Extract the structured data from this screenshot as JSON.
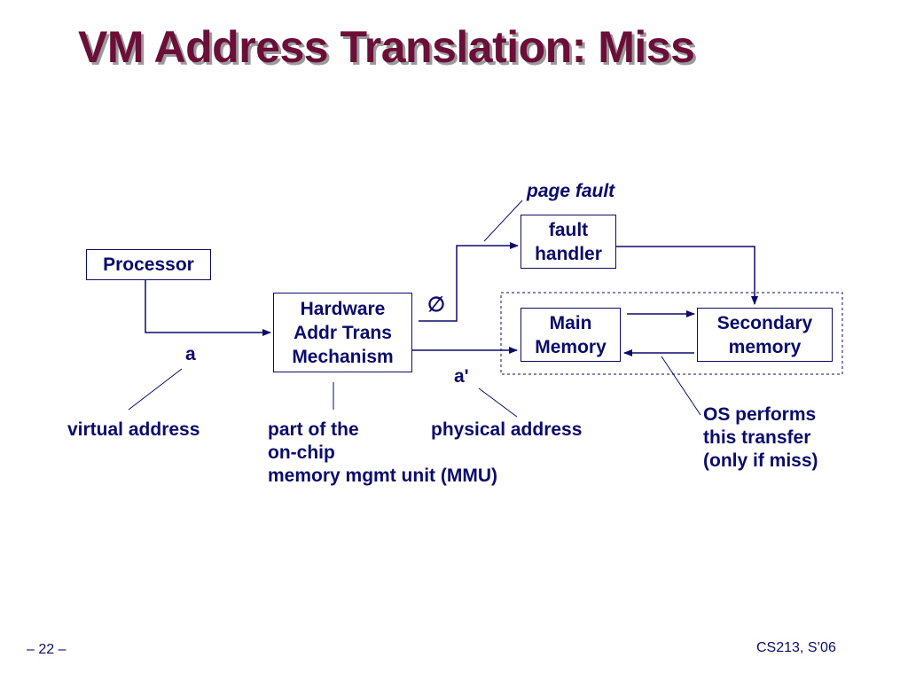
{
  "slide": {
    "title": "VM Address Translation: Miss"
  },
  "diagram": {
    "boxes": {
      "processor": "Processor",
      "mmu": "Hardware\nAddr Trans\nMechanism",
      "fault_handler": "fault\nhandler",
      "main_memory": "Main\nMemory",
      "secondary_memory": "Secondary\nmemory"
    },
    "labels": {
      "page_fault": "page fault",
      "null_symbol": "∅",
      "a": "a",
      "a_prime": "a'",
      "virtual_address": "virtual address",
      "mmu_note": "part of the\non-chip\nmemory mgmt unit (MMU)",
      "physical_address": "physical address",
      "os_transfer": "OS performs\nthis transfer\n(only if miss)"
    }
  },
  "footer": {
    "page_number": "– 22 –",
    "course": "CS213, S’06"
  }
}
